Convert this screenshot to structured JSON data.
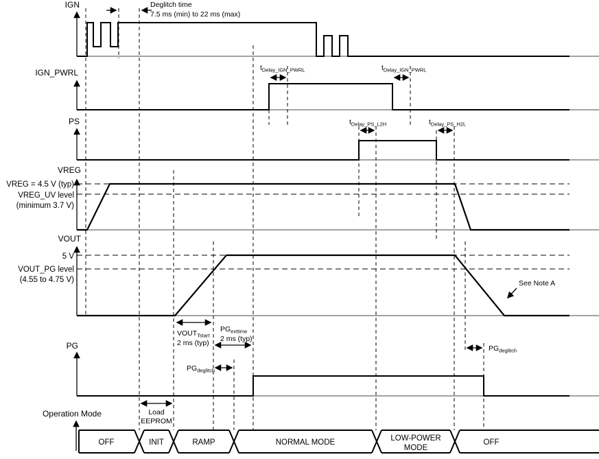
{
  "diagram": {
    "title_hint": "Power sequencing timing diagram",
    "colors": {
      "line": "#000000",
      "background": "#ffffff"
    },
    "signals": {
      "ign": {
        "label": "IGN"
      },
      "ign_pwrl": {
        "label": "IGN_PWRL"
      },
      "ps": {
        "label": "PS"
      },
      "vreg": {
        "label": "VREG",
        "level1": "VREG = 4.5 V (typ)",
        "level2": "VREG_UV level",
        "level3": "(minimum 3.7 V)"
      },
      "vout": {
        "label": "VOUT",
        "level1": "5 V",
        "level2": "VOUT_PG level",
        "level3": "(4.55 to 4.75 V)"
      },
      "pg": {
        "label": "PG"
      },
      "op_mode": {
        "label": "Operation Mode"
      }
    },
    "annotations": {
      "deglitch_line1": "Deglitch time",
      "deglitch_line2": "7.5 ms (min) to 22 ms (max)",
      "t_prefix": "t",
      "delay_ign_pwrl_sub": "Delay_IGN_PWRL",
      "delay_ps_l2h_sub": "Delay_PS_L2H",
      "delay_ps_h2l_sub": "Delay_PS_H2L",
      "vout_tstart_main": "VOUT",
      "vout_tstart_sub": "Tstart",
      "vout_tstart_time": "2 ms (typ)",
      "pg_main": "PG",
      "pg_exttime_sub": "exttime",
      "pg_exttime_time": "2 ms (typ)",
      "pg_deglitch_sub": "deglitch",
      "see_note": "See Note A",
      "load_line1": "Load",
      "load_line2": "EEPROM"
    },
    "modes": [
      {
        "label": "OFF"
      },
      {
        "label": "INIT"
      },
      {
        "label": "RAMP"
      },
      {
        "label": "NORMAL MODE"
      },
      {
        "label": "LOW-POWER MODE",
        "line1": "LOW-POWER",
        "line2": "MODE"
      },
      {
        "label": "OFF"
      }
    ]
  }
}
